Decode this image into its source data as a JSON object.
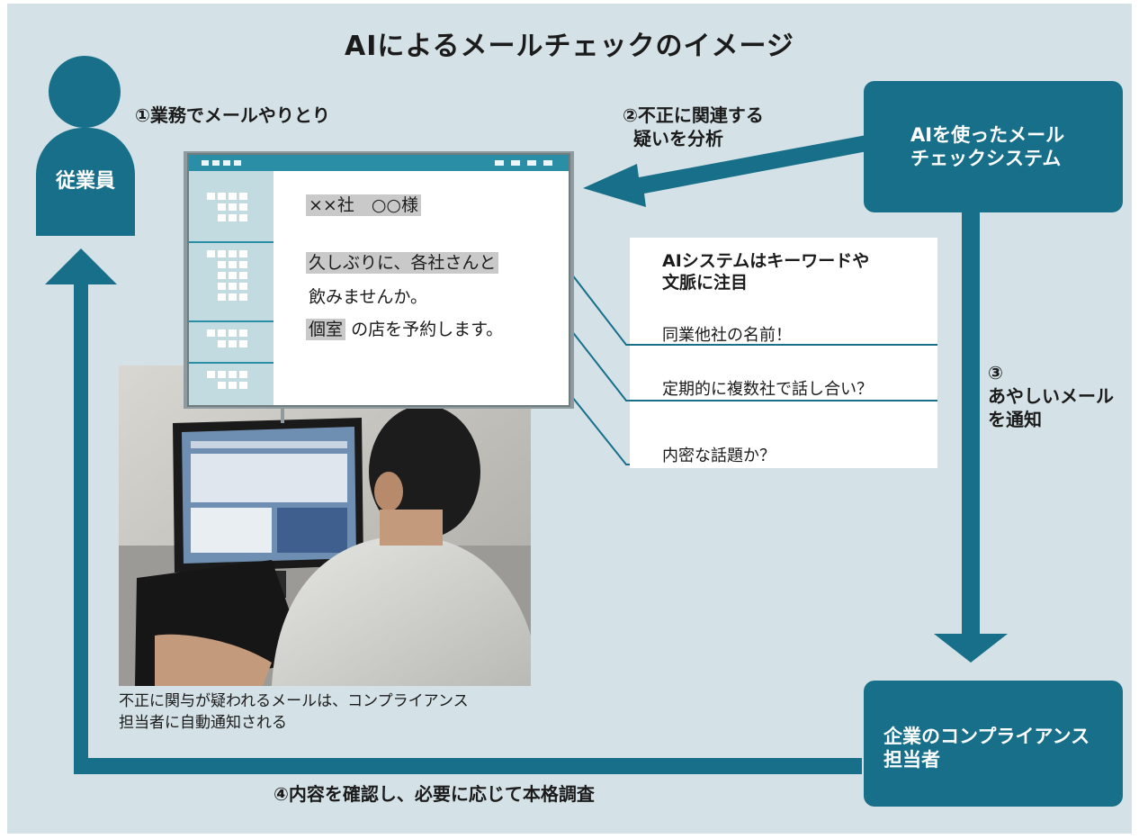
{
  "title": "AIによるメールチェックのイメージ",
  "employee": {
    "label": "従業員"
  },
  "ai_system": {
    "line1": "AIを使ったメール",
    "line2": "チェックシステム"
  },
  "compliance": {
    "line1": "企業のコンプライアンス",
    "line2": "担当者"
  },
  "steps": {
    "step1": "①業務でメールやりとり",
    "step2_line1": "②不正に関連する",
    "step2_line2": "疑いを分析",
    "step3_line1": "③",
    "step3_line2": "あやしいメール",
    "step3_line3": "を通知",
    "step4": "④内容を確認し、必要に応じて本格調査"
  },
  "mail": {
    "recipient": "××社　○○様",
    "line1": "久しぶりに、各社さんと",
    "line2": "飲みませんか。",
    "line3_highlight": "個室",
    "line3_rest": "の店を予約します。"
  },
  "analysis": {
    "heading_line1": "AIシステムはキーワードや",
    "heading_line2": "文脈に注目",
    "point1": "同業他社の名前！",
    "point2": "定期的に複数社で話し合い？",
    "point3": "内密な話題か？"
  },
  "caption": {
    "line1": "不正に関与が疑われるメールは、コンプライアンス",
    "line2": "担当者に自動通知される"
  },
  "colors": {
    "background": "#d4e2e7",
    "accent": "#176f8a",
    "window_bar": "#2a8ea6",
    "sidebar": "#c2dbe0",
    "highlight": "#c9c9c9"
  }
}
